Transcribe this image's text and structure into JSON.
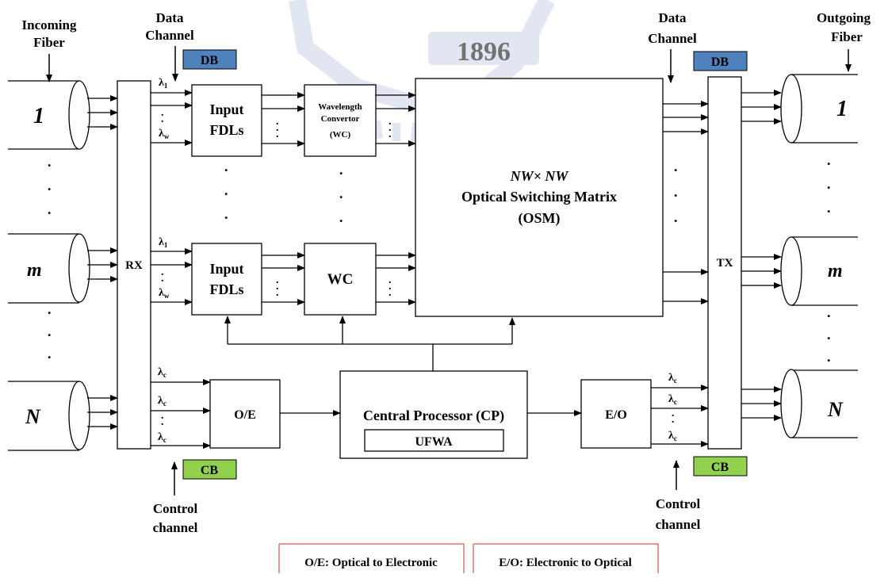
{
  "watermark": {
    "year": "1896"
  },
  "labels": {
    "incoming_fiber": [
      "Incoming",
      "Fiber"
    ],
    "outgoing_fiber": [
      "Outgoing",
      "Fiber"
    ],
    "data_channel": [
      "Data",
      "Channel"
    ],
    "control_channel": [
      "Control",
      "channel"
    ],
    "db": "DB",
    "cb": "CB",
    "rx": "RX",
    "tx": "TX",
    "input_fdls": [
      "Input",
      "FDLs"
    ],
    "wc_full": [
      "Wavelength",
      "Convertor",
      "(WC)"
    ],
    "wc": "WC",
    "osm": [
      "NW× NW",
      "Optical Switching Matrix",
      "(OSM)"
    ],
    "oe": "O/E",
    "eo": "E/O",
    "cp": "Central Processor (CP)",
    "ufwa": "UFWA",
    "fiber_ids": [
      "1",
      "m",
      "N"
    ],
    "lambda_1": "λ",
    "sub_1": "1",
    "sub_w": "w",
    "sub_c": "c",
    "dot": "."
  },
  "legend": {
    "oe": "O/E: Optical to Electronic",
    "eo": "E/O: Electronic to Optical"
  },
  "colors": {
    "db_fill": "#4f81bd",
    "cb_fill": "#92d050",
    "legend_border": "#e05050",
    "watermark": "#c9d3e8"
  }
}
